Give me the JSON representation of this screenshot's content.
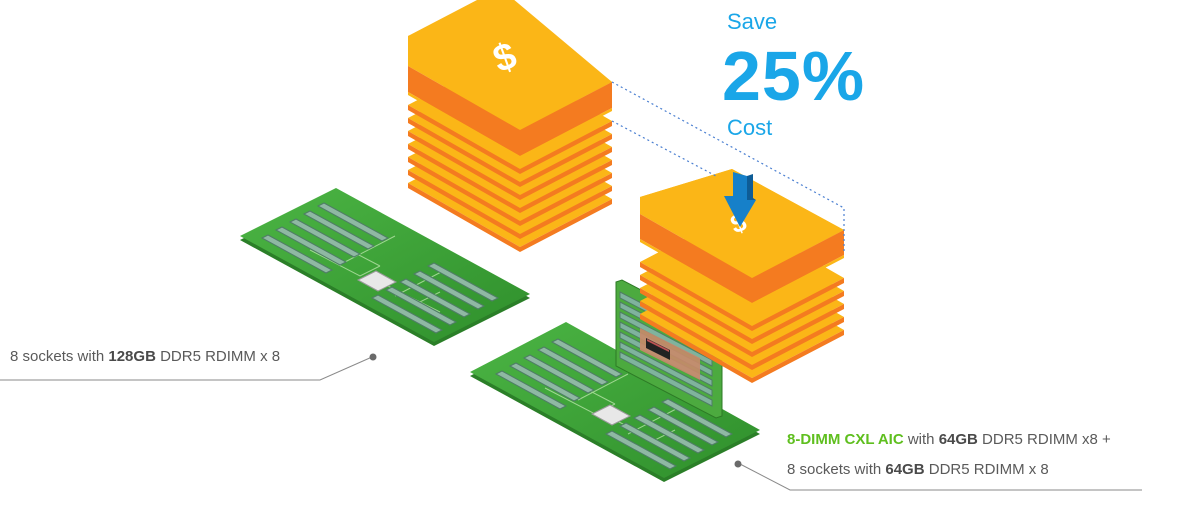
{
  "callout": {
    "save": "Save",
    "percent": "25%",
    "cost": "Cost"
  },
  "left_caption": {
    "prefix": "8 sockets with ",
    "capacity": "128GB",
    "suffix": " DDR5 RDIMM x 8"
  },
  "right_caption": {
    "line1_product": "8-DIMM CXL AIC",
    "line1_with": " with ",
    "line1_capacity": "64GB",
    "line1_suffix": " DDR5 RDIMM x8 +",
    "line2_prefix": "8 sockets with ",
    "line2_capacity": "64GB",
    "line2_suffix": " DDR5 RDIMM x 8"
  },
  "stacks": {
    "left_layers": 8,
    "right_layers": 6,
    "currency_symbol": "$"
  },
  "colors": {
    "accent_blue": "#1aa6e8",
    "highlight_green": "#5fbf1f",
    "coin_top": "#fbb617",
    "coin_side": "#f47b20",
    "board": "#3ea63a",
    "arrow": "#1680c9"
  },
  "icons": [
    "dollar-icon",
    "down-arrow-icon",
    "cxl-chip-icon"
  ]
}
